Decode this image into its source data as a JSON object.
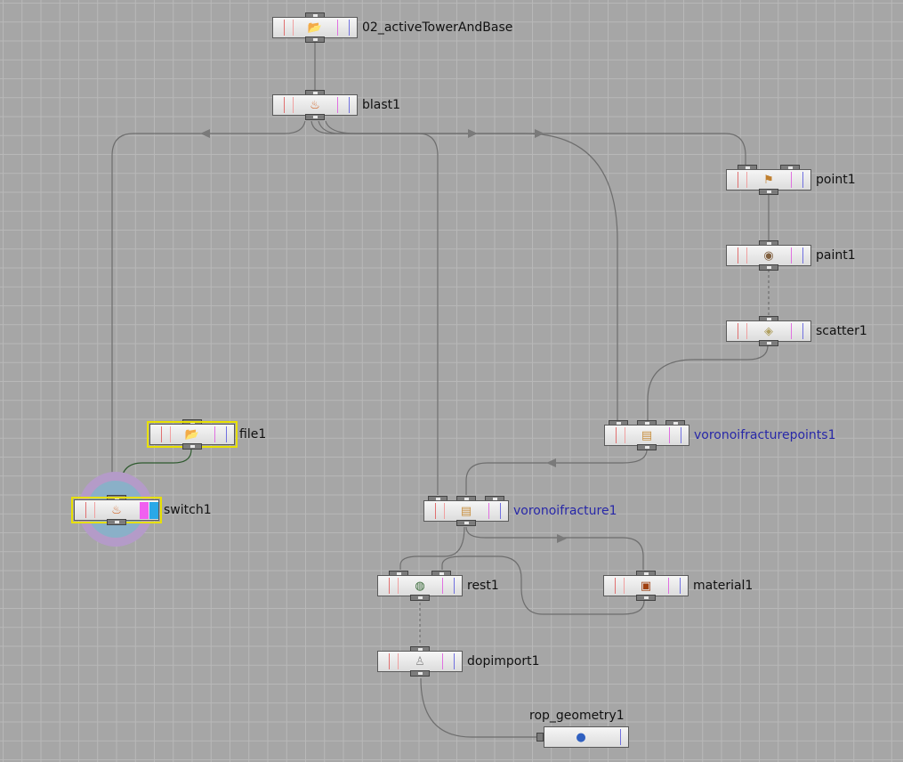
{
  "network": {
    "nodes": {
      "tower": {
        "label": "02_activeTowerAndBase",
        "icon": "file-folder-icon"
      },
      "blast": {
        "label": "blast1",
        "icon": "blast-icon"
      },
      "point": {
        "label": "point1",
        "icon": "point-icon"
      },
      "paint": {
        "label": "paint1",
        "icon": "paint-icon"
      },
      "scatter": {
        "label": "scatter1",
        "icon": "scatter-icon"
      },
      "file1": {
        "label": "file1",
        "icon": "file-folder-icon"
      },
      "switch1": {
        "label": "switch1",
        "icon": "switch-icon"
      },
      "vfp": {
        "label": "voronoifracturepoints1",
        "icon": "voronoi-icon"
      },
      "vf": {
        "label": "voronoifracture1",
        "icon": "voronoi-icon"
      },
      "rest": {
        "label": "rest1",
        "icon": "rest-icon"
      },
      "material": {
        "label": "material1",
        "icon": "material-icon"
      },
      "dopimport": {
        "label": "dopimport1",
        "icon": "dopimport-icon"
      },
      "rop": {
        "label": "rop_geometry1",
        "icon": "rop-geometry-icon"
      }
    },
    "colors": {
      "background": "#a6a6a6",
      "grid": "#b8b8b8",
      "wire": "#6e6e6e",
      "selected_outline": "#e8e000",
      "display_flag": "#2aa8e8",
      "template_flag": "#f060f0",
      "blue_label": "#2828a8"
    }
  }
}
